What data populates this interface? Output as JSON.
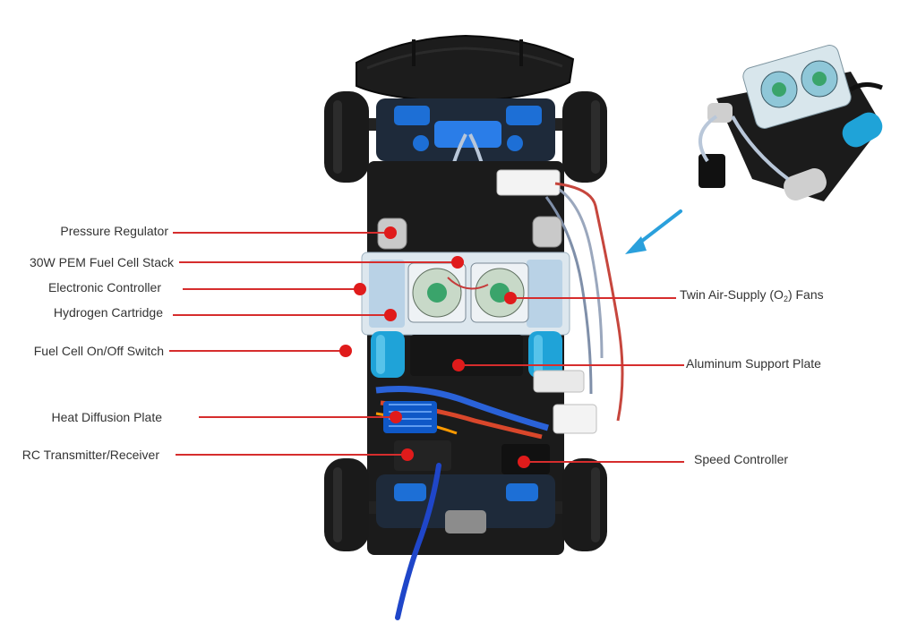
{
  "colors": {
    "callout_line": "#d62d2d",
    "callout_dot": "#e01b1b",
    "arrow": "#2aa0dc",
    "chassis_blue": "#1d6fd6",
    "tire": "#1a1a1a",
    "label_text": "#333333"
  },
  "labels": {
    "pressure_regulator": "Pressure Regulator",
    "fuel_cell_stack": "30W PEM Fuel Cell Stack",
    "electronic_controller": "Electronic Controller",
    "hydrogen_cartridge": "Hydrogen Cartridge",
    "on_off_switch": "Fuel Cell On/Off Switch",
    "heat_diffusion_plate": "Heat Diffusion Plate",
    "rc_transmitter": "RC Transmitter/Receiver",
    "twin_fans_prefix": "Twin Air-Supply (O",
    "twin_fans_sub": "2",
    "twin_fans_suffix": ") Fans",
    "aluminum_plate": "Aluminum Support Plate",
    "speed_controller": "Speed Controller"
  },
  "icons": {
    "car": "rc-fuel-cell-car-photo",
    "inset": "fuel-cell-module-photo",
    "arrow": "blue-pointer-arrow"
  }
}
